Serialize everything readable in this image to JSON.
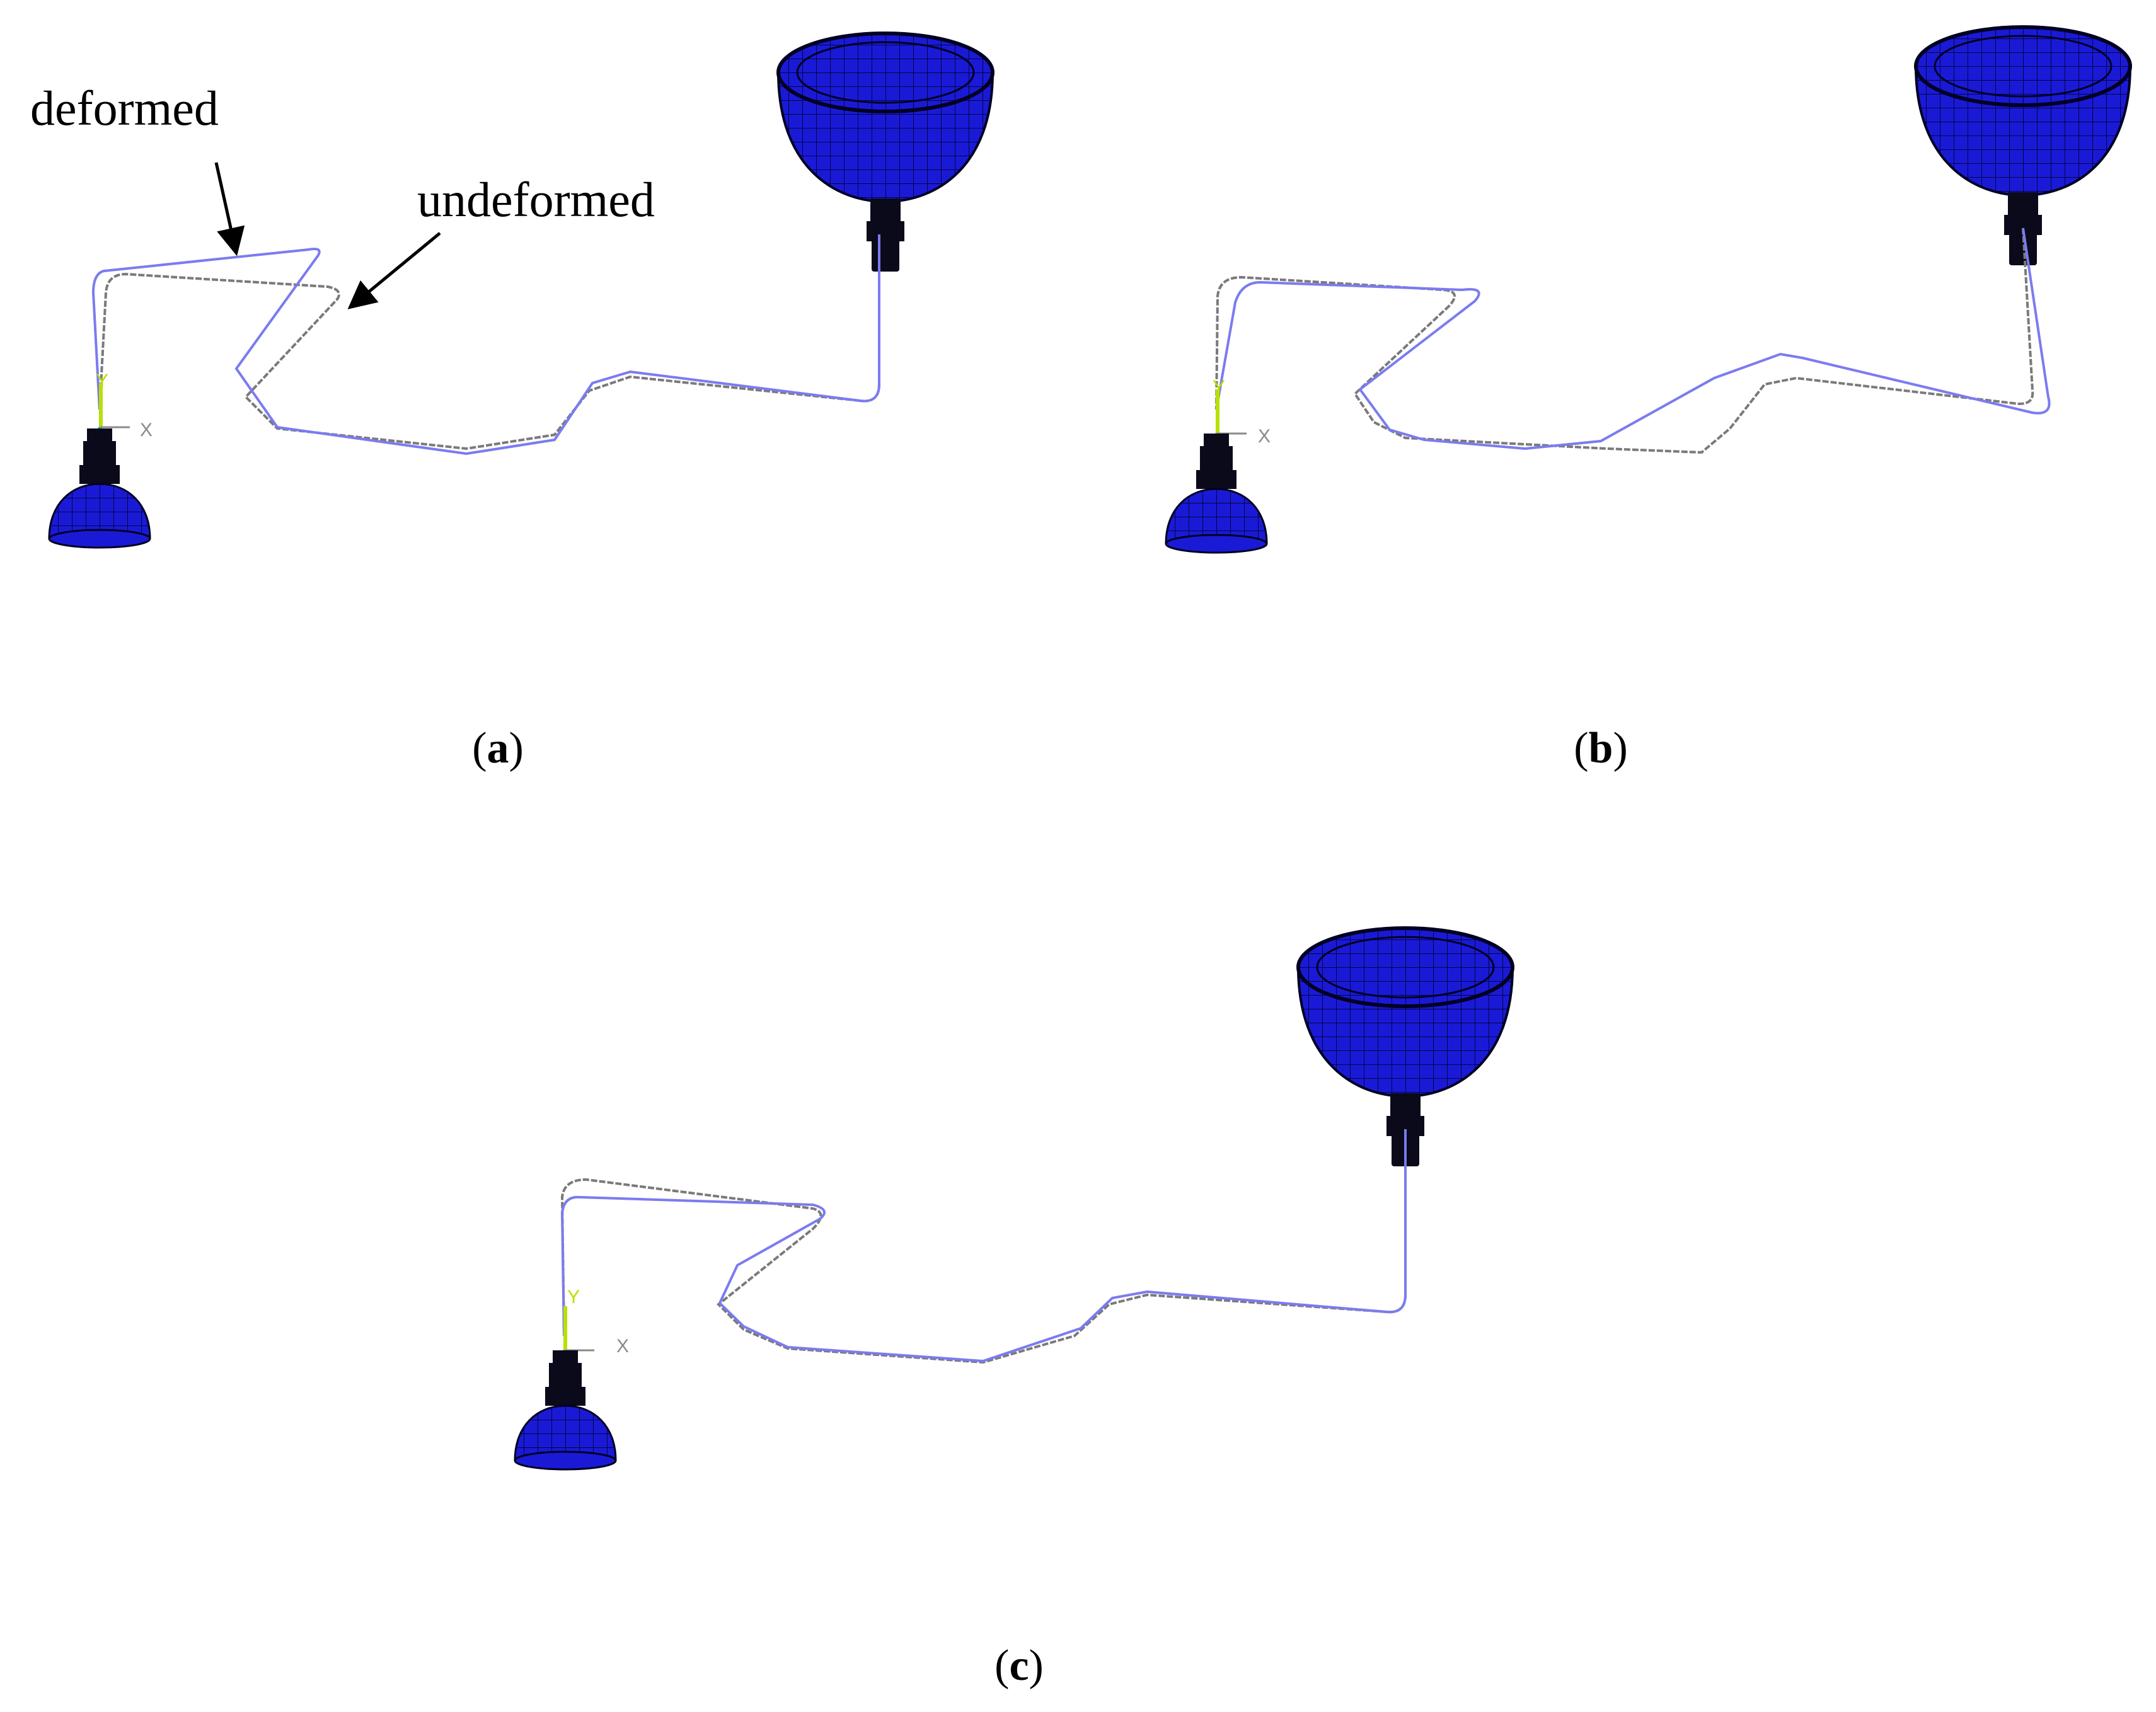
{
  "colors": {
    "deformed_line": "#7b7bf0",
    "undeformed_line": "#7a7a7a",
    "dish_fill": "#1a1ad6",
    "dish_mesh": "#000033",
    "connector": "#0a0a1a",
    "y_axis": "#b8e000",
    "z_axis": "#2aa7c9",
    "x_axis": "#8a8a8a"
  },
  "annotations": {
    "deformed": "deformed",
    "undeformed": "undeformed"
  },
  "axis_labels": {
    "x": "X",
    "y": "Y"
  },
  "panels": [
    {
      "id": "a",
      "caption_open": "(",
      "caption_letter": "a",
      "caption_close": ")"
    },
    {
      "id": "b",
      "caption_open": "(",
      "caption_letter": "b",
      "caption_close": ")"
    },
    {
      "id": "c",
      "caption_open": "(",
      "caption_letter": "c",
      "caption_close": ")"
    }
  ]
}
